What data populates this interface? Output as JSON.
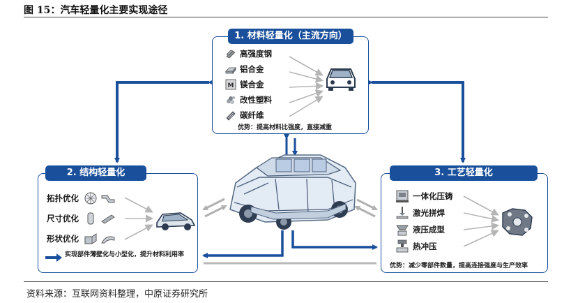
{
  "figure": {
    "title": "图 15：汽车轻量化主要实现途径",
    "source": "资料来源：互联网资料整理，中原证券研究所"
  },
  "materials": {
    "title": "1. 材料轻量化（主流方向）",
    "items": [
      {
        "label": "高强度钢",
        "icon": "steel-beam-icon"
      },
      {
        "label": "铝合金",
        "icon": "aluminum-ingot-icon"
      },
      {
        "label": "镁合金",
        "icon": "magnesium-element-icon"
      },
      {
        "label": "改性塑料",
        "icon": "plastic-pellets-icon"
      },
      {
        "label": "碳纤维",
        "icon": "carbon-fiber-roll-icon"
      }
    ],
    "advantage": "优势：提高材料比强度，直接减重"
  },
  "structure": {
    "title": "2. 结构轻量化",
    "items": [
      {
        "label": "拓扑优化",
        "icon": "topology-mesh-icon"
      },
      {
        "label": "尺寸优化",
        "icon": "tube-size-icon"
      },
      {
        "label": "形状优化",
        "icon": "shape-block-icon"
      }
    ],
    "benefit": "实现部件薄壁化与小型化，提升材料利用率"
  },
  "process": {
    "title": "3. 工艺轻量化",
    "items": [
      {
        "label": "一体化压铸",
        "icon": "die-casting-icon"
      },
      {
        "label": "激光拼焊",
        "icon": "laser-welding-icon"
      },
      {
        "label": "液压成型",
        "icon": "hydroforming-icon"
      },
      {
        "label": "热冲压",
        "icon": "hot-stamping-icon"
      }
    ],
    "advantage": "优势：减少零部件数量，提高连接强度与生产效率"
  },
  "colors": {
    "brand_blue": "#1a4f9c",
    "arrow_gray": "#b8b8b8",
    "icon_gray": "#7d7d7d"
  }
}
